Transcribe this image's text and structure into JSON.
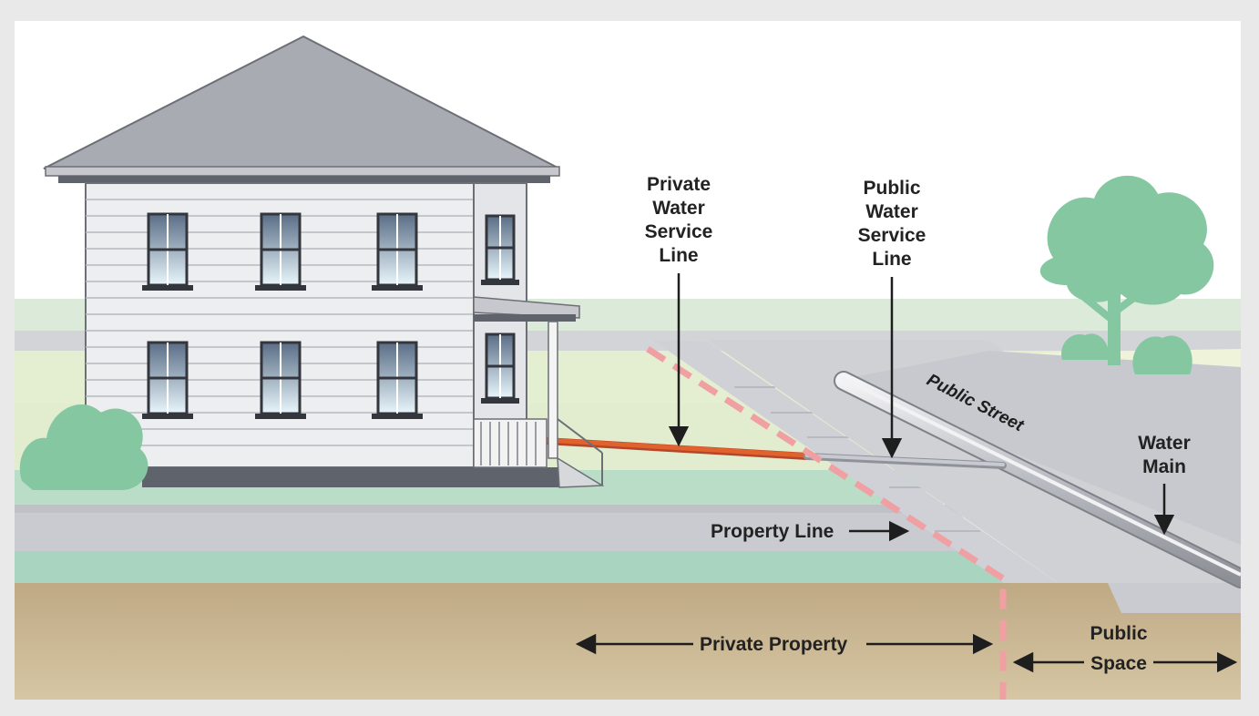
{
  "labels": {
    "private_line": [
      "Private",
      "Water",
      "Service",
      "Line"
    ],
    "public_line": [
      "Public",
      "Water",
      "Service",
      "Line"
    ],
    "public_street": "Public Street",
    "water_main": [
      "Water",
      "Main"
    ],
    "property_line": "Property Line",
    "private_property": "Private Property",
    "public_space": [
      "Public",
      "Space"
    ]
  },
  "icons": [
    "house",
    "tree",
    "shrub",
    "arrow",
    "dashed-property-line",
    "pipe"
  ],
  "colors": {
    "sky": "#ffffff",
    "grass": "#e4eed0",
    "lawn_green": "#a9d5c0",
    "sidewalk": "#c9cbd0",
    "street": "#cfd1d5",
    "soil": "#c9b593",
    "house_siding": "#e8e9ec",
    "roof": "#a9abb2",
    "tree": "#84c7a1",
    "private_pipe": "#e0622d",
    "public_pipe": "#b8bbc1",
    "property_line": "#f2a6a8",
    "text": "#222222"
  }
}
